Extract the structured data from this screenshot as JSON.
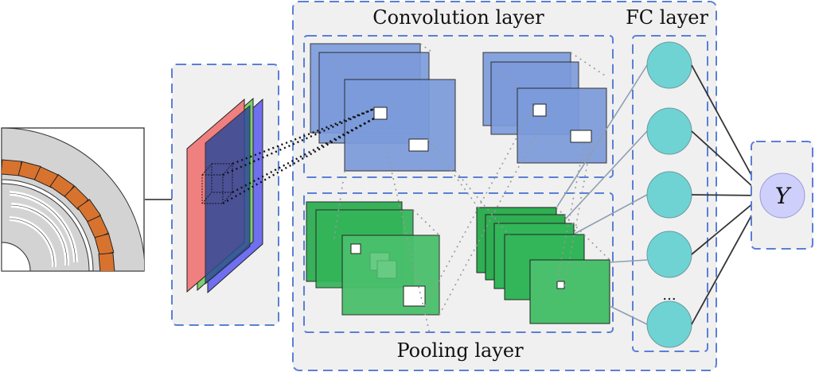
{
  "labels": {
    "convolution": "Convolution layer",
    "fc": "FC layer",
    "pooling": "Pooling layer",
    "output": "Y",
    "fc_ellipsis": "..."
  },
  "colors": {
    "dashed_border": "#5b7fd6",
    "panel_fill": "#f0f0f0",
    "conv_fill": "#7c9bdb",
    "pool_fill": "#33b559",
    "fc_node": "#6fd3d3",
    "output_node": "#cfcffb",
    "motor_slot": "#d8732f",
    "motor_body": "#d3d3d3",
    "input_red": "#f07f7f",
    "input_green": "#7fcf6f",
    "input_blue": "#6f6ff0",
    "input_navy": "#2f4a9a"
  }
}
